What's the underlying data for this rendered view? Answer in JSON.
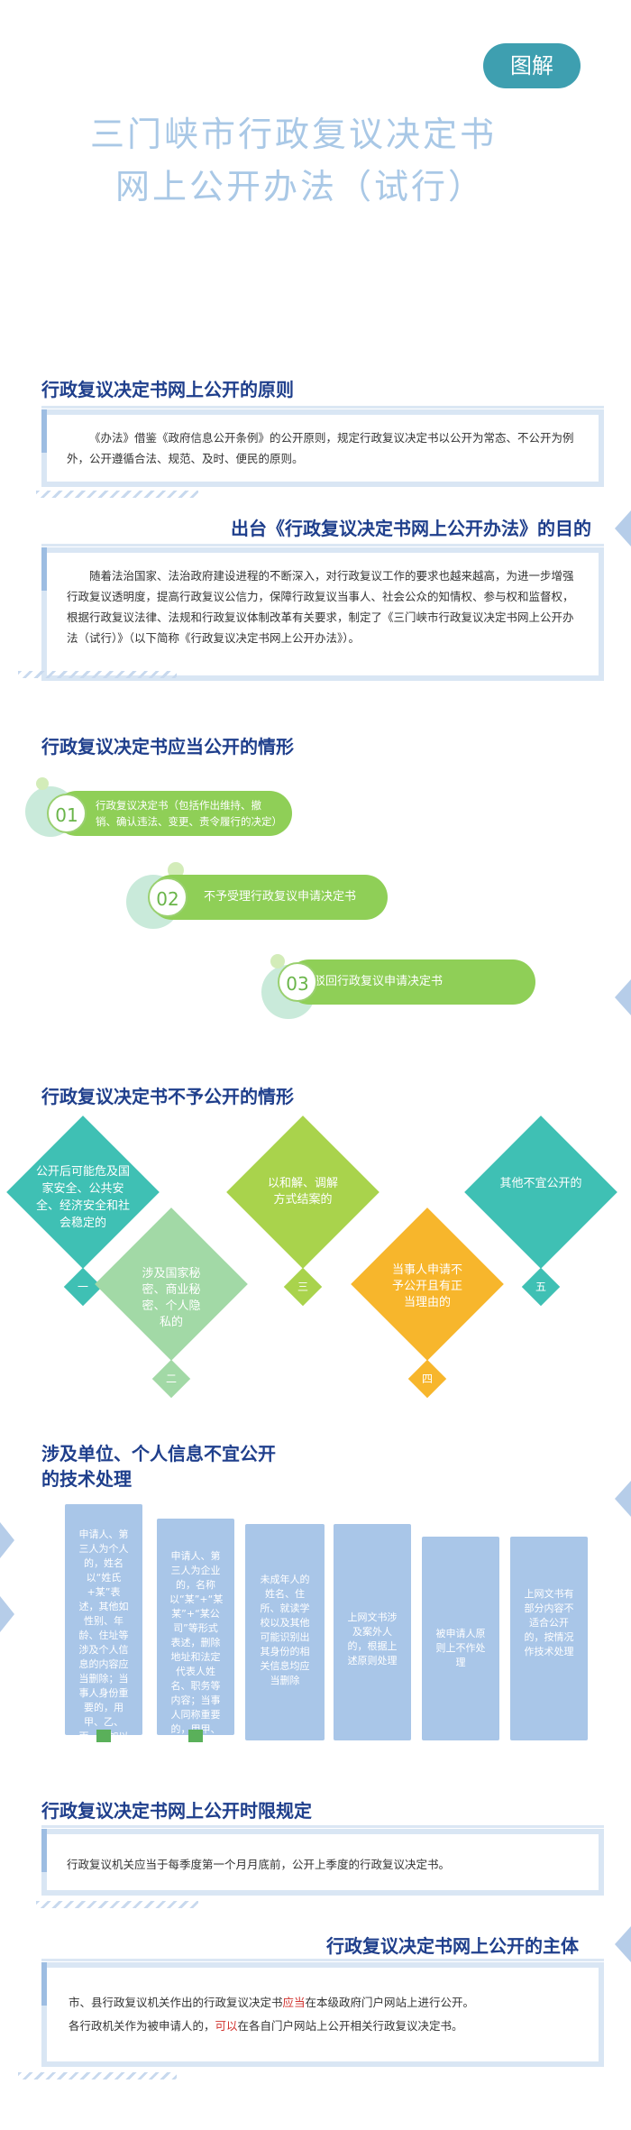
{
  "header": {
    "tag": "图解",
    "title_line1": "三门峡市行政复议决定书",
    "title_line2": "网上公开办法（试行）"
  },
  "sec1": {
    "title": "行政复议决定书网上公开的原则",
    "body": "《办法》借鉴《政府信息公开条例》的公开原则，规定行政复议决定书以公开为常态、不公开为例外，公开遵循合法、规范、及时、便民的原则。"
  },
  "sec2": {
    "title": "出台《行政复议决定书网上公开办法》的目的",
    "body": "随着法治国家、法治政府建设进程的不断深入，对行政复议工作的要求也越来越高，为进一步增强行政复议透明度，提高行政复议公信力，保障行政复议当事人、社会公众的知情权、参与权和监督权，根据行政复议法律、法规和行政复议体制改革有关要求，制定了《三门峡市行政复议决定书网上公开办法（试行）》（以下简称《行政复议决定书网上公开办法》）。"
  },
  "sec3": {
    "title": "行政复议决定书应当公开的情形",
    "items": [
      {
        "num": "01",
        "text": "行政复议决定书（包括作出维持、撤销、确认违法、变更、责令履行的决定）"
      },
      {
        "num": "02",
        "text": "不予受理行政复议申请决定书"
      },
      {
        "num": "03",
        "text": "驳回行政复议申请决定书"
      }
    ]
  },
  "sec4": {
    "title": "行政复议决定书不予公开的情形",
    "items": [
      {
        "num": "一",
        "text": "公开后可能危及国家安全、公共安全、经济安全和社会稳定的"
      },
      {
        "num": "二",
        "text": "涉及国家秘密、商业秘密、个人隐私的"
      },
      {
        "num": "三",
        "text": "以和解、调解方式结案的"
      },
      {
        "num": "四",
        "text": "当事人申请不予公开且有正当理由的"
      },
      {
        "num": "五",
        "text": "其他不宜公开的"
      }
    ]
  },
  "sec5": {
    "title_line1": "涉及单位、个人信息不宜公开",
    "title_line2": "的技术处理",
    "cards": [
      "申请人、第三人为个人的，姓名以“姓氏+某”表述，其他如性别、年龄、住址等涉及个人信息的内容应当删除；当事人身份重要的，用甲、乙、丙、丁加以区分",
      "申请人、第三人为企业的，名称以“某”+“某某”+“某公司”等形式表述，删除地址和法定代表人姓名、职务等内容；当事人同称重要的，用甲、乙、丙、丁加以区分",
      "未成年人的姓名、住所、就读学校以及其他可能识别出其身份的相关信息均应当删除",
      "上网文书涉及案外人的，根据上述原则处理",
      "被申请人原则上不作处理",
      "上网文书有部分内容不适合公开的，按情况作技术处理"
    ]
  },
  "sec6": {
    "title": "行政复议决定书网上公开时限规定",
    "body": "行政复议机关应当于每季度第一个月月底前，公开上季度的行政复议决定书。"
  },
  "sec7": {
    "title": "行政复议决定书网上公开的主体",
    "line1_a": "市、县行政复议机关作出的行政复议决定书",
    "line1_red": "应当",
    "line1_b": "在本级政府门户网站上进行公开。",
    "line2_a": "各行政机关作为被申请人的，",
    "line2_red": "可以",
    "line2_b": "在各自门户网站上公开相关行政复议决定书。"
  },
  "colors": {
    "heading": "#1f3f8c",
    "green": "#8fcf57",
    "teal": "#3fc0b4",
    "blue_card": "#a9c6e8",
    "yellow": "#f7b62c",
    "lime": "#a9d34c"
  }
}
